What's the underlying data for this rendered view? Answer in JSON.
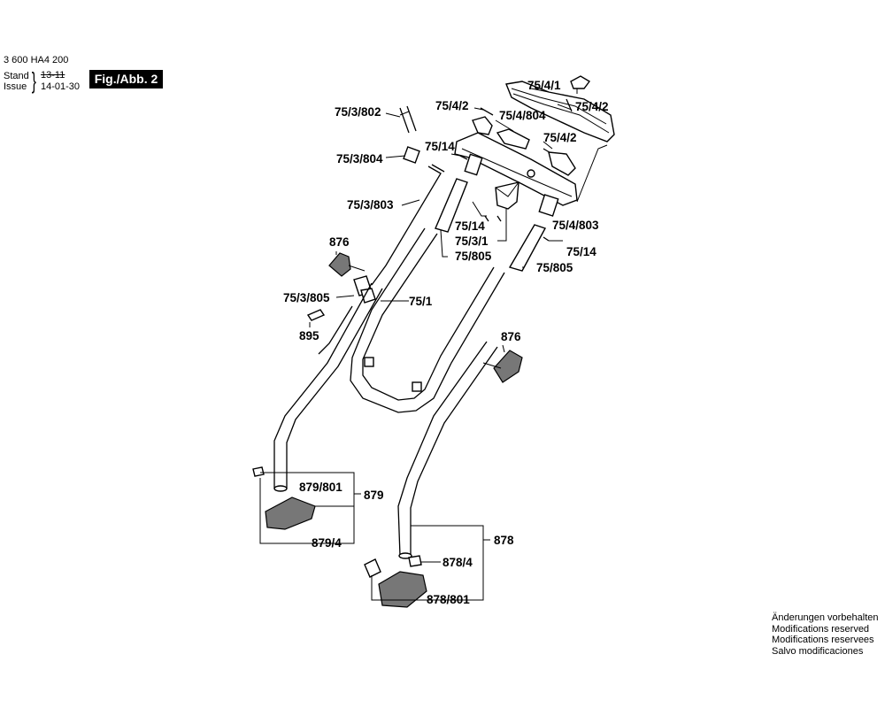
{
  "header": {
    "part_number": "3 600 HA4 200",
    "stand_label": "Stand",
    "issue_label": "Issue",
    "stand_date": "13-11",
    "issue_date": "14-01-30",
    "figure_label": "Fig./Abb. 2"
  },
  "callouts": {
    "c_75_4_1": "75/4/1",
    "c_75_4_2_top": "75/4/2",
    "c_75_4_2_left": "75/4/2",
    "c_75_4_2_mid": "75/4/2",
    "c_75_4_804": "75/4/804",
    "c_75_3_802": "75/3/802",
    "c_75_3_804": "75/3/804",
    "c_75_14_a": "75/14",
    "c_75_14_b": "75/14",
    "c_75_14_c": "75/14",
    "c_75_3_803": "75/3/803",
    "c_75_3_1": "75/3/1",
    "c_75_805_a": "75/805",
    "c_75_805_b": "75/805",
    "c_75_4_803": "75/4/803",
    "c_876_a": "876",
    "c_876_b": "876",
    "c_75_3_805": "75/3/805",
    "c_75_1": "75/1",
    "c_895": "895",
    "c_879_801": "879/801",
    "c_879": "879",
    "c_879_4": "879/4",
    "c_878": "878",
    "c_878_4": "878/4",
    "c_878_801": "878/801"
  },
  "notes": {
    "line1": "Änderungen vorbehalten",
    "line2": "Modifications reserved",
    "line3": "Modifications reservees",
    "line4": "Salvo modificaciones"
  }
}
